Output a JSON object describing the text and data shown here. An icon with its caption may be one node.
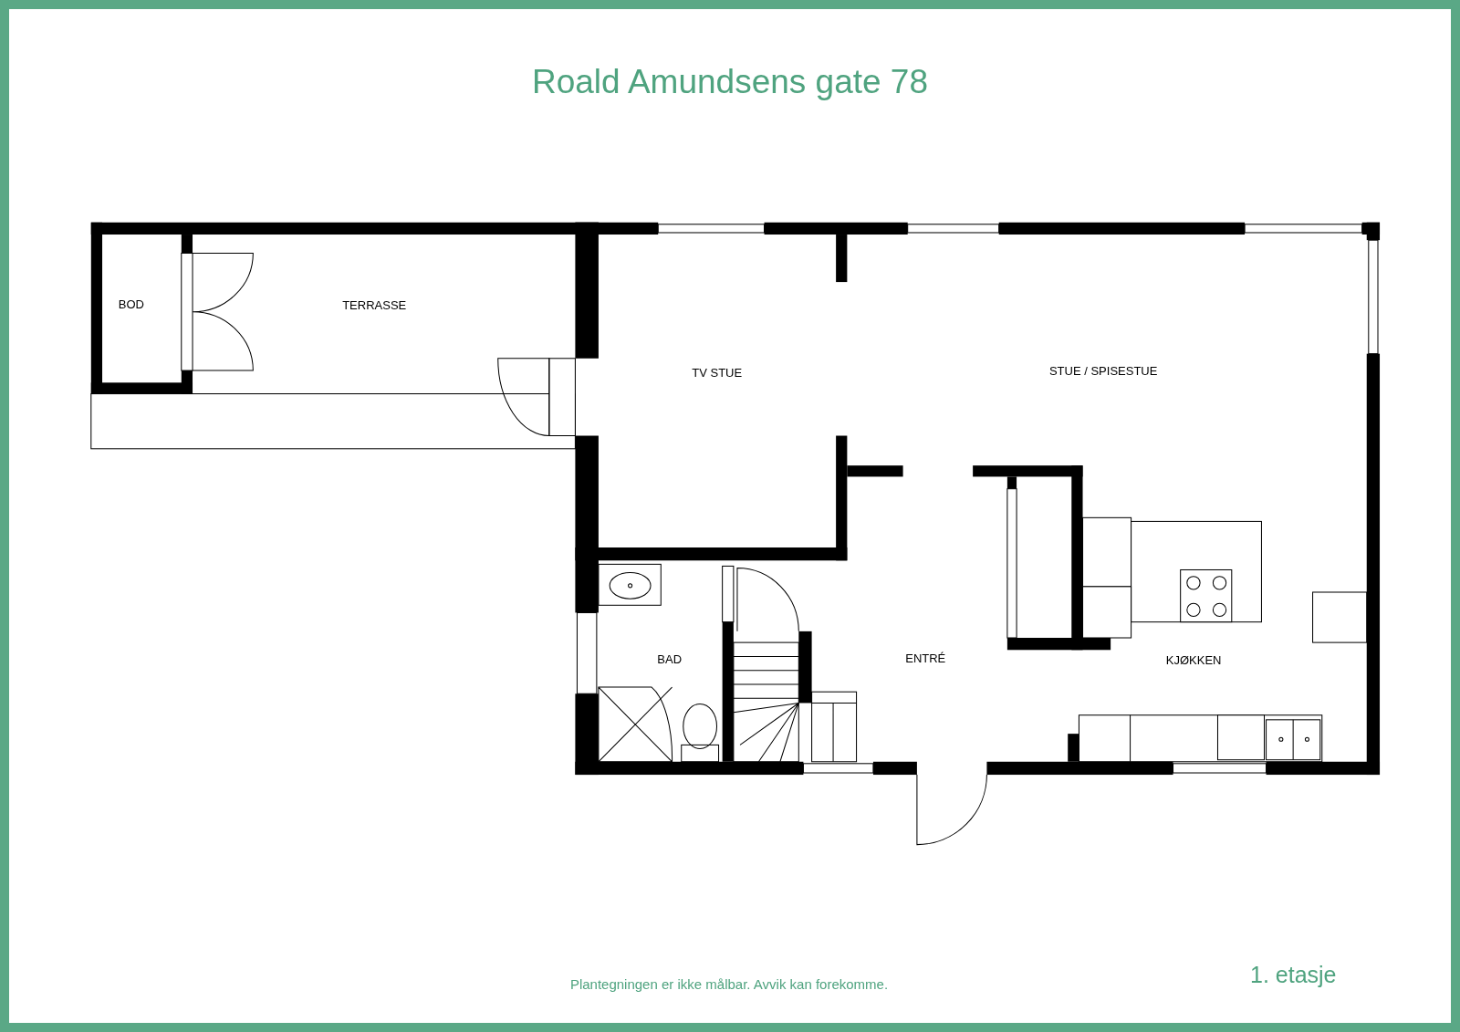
{
  "diagram": {
    "title": "Roald Amundsens gate 78",
    "nodes": [
      {
        "text": [
          "BOD"
        ]
      },
      {
        "text": [
          "TERRASSE"
        ]
      },
      {
        "text": [
          "TV STUE"
        ]
      },
      {
        "text": [
          "STUE / SPISESTUE"
        ]
      },
      {
        "text": [
          "BAD"
        ]
      },
      {
        "text": [
          "ENTRÉ"
        ]
      },
      {
        "text": [
          "KJØKKEN"
        ]
      }
    ],
    "labels": [
      "Plantegningen er ikke målbar. Avvik kan forekomme.",
      "1. etasje"
    ]
  }
}
